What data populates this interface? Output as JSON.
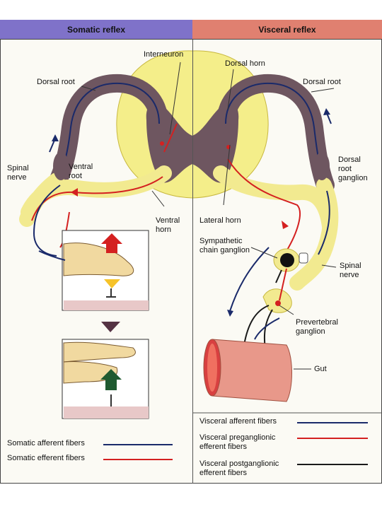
{
  "headers": {
    "left": "Somatic reflex",
    "right": "Visceral reflex"
  },
  "labels": {
    "interneuron": "Interneuron",
    "dorsal_root_left": "Dorsal root",
    "dorsal_horn": "Dorsal horn",
    "dorsal_root_right": "Dorsal root",
    "spinal_nerve_left": "Spinal\nnerve",
    "ventral_root": "Ventral\nroot",
    "dorsal_root_ganglion": "Dorsal\nroot\nganglion",
    "ventral_horn": "Ventral\nhorn",
    "lateral_horn": "Lateral horn",
    "sympathetic_chain_ganglion": "Sympathetic\nchain ganglion",
    "spinal_nerve_right": "Spinal\nnerve",
    "prevertebral_ganglion": "Prevertebral\nganglion",
    "gut": "Gut"
  },
  "legend_left": [
    {
      "label": "Somatic afferent fibers",
      "color": "#1a2a6a"
    },
    {
      "label": "Somatic efferent fibers",
      "color": "#d42020"
    }
  ],
  "legend_right": [
    {
      "label": "Visceral afferent fibers",
      "color": "#1a2a6a"
    },
    {
      "label": "Visceral preganglionic\nefferent fibers",
      "color": "#d42020"
    },
    {
      "label": "Visceral postganglionic\nefferent fibers",
      "color": "#1a1a1a"
    }
  ],
  "colors": {
    "spinal_cord": "#f4ee8a",
    "gray_matter": "#6e5660",
    "nerve": "#f2ea90",
    "afferent": "#1a2a6a",
    "efferent": "#d42020",
    "gut": "#e8988a",
    "skin": "#f1d9a0"
  }
}
